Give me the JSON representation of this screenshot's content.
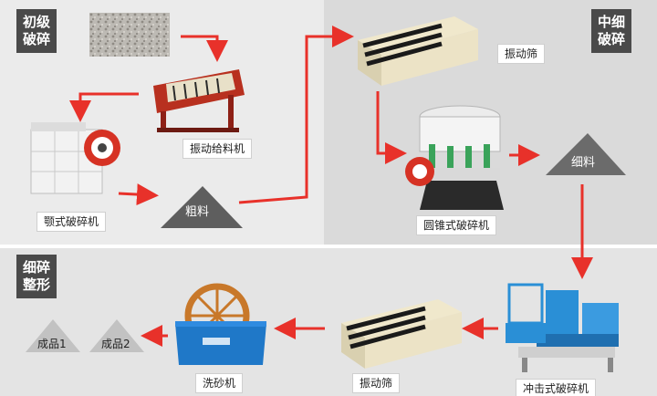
{
  "stages": {
    "primary": {
      "line1": "初级",
      "line2": "破碎"
    },
    "secondary": {
      "line1": "中细",
      "line2": "破碎"
    },
    "shaping": {
      "line1": "细碎",
      "line2": "整形"
    }
  },
  "machines": {
    "vibrating_feeder": "振动给料机",
    "jaw_crusher": "颚式破碎机",
    "vibrating_screen_top": "振动筛",
    "cone_crusher": "圆锥式破碎机",
    "impact_crusher": "冲击式破碎机",
    "vibrating_screen_bottom": "振动筛",
    "sand_washer": "洗砂机"
  },
  "piles": {
    "coarse": "粗料",
    "fine": "细料",
    "product1": "成品1",
    "product2": "成品2"
  },
  "colors": {
    "arrow": "#e8312a",
    "tag": "#4a4a4a",
    "panel_left": "#e9e9e9",
    "panel_right": "#d9d9d9",
    "panel_bottom": "#e4e4e4",
    "washer_blue": "#1f78c8",
    "impact_blue": "#2a8fd6"
  }
}
